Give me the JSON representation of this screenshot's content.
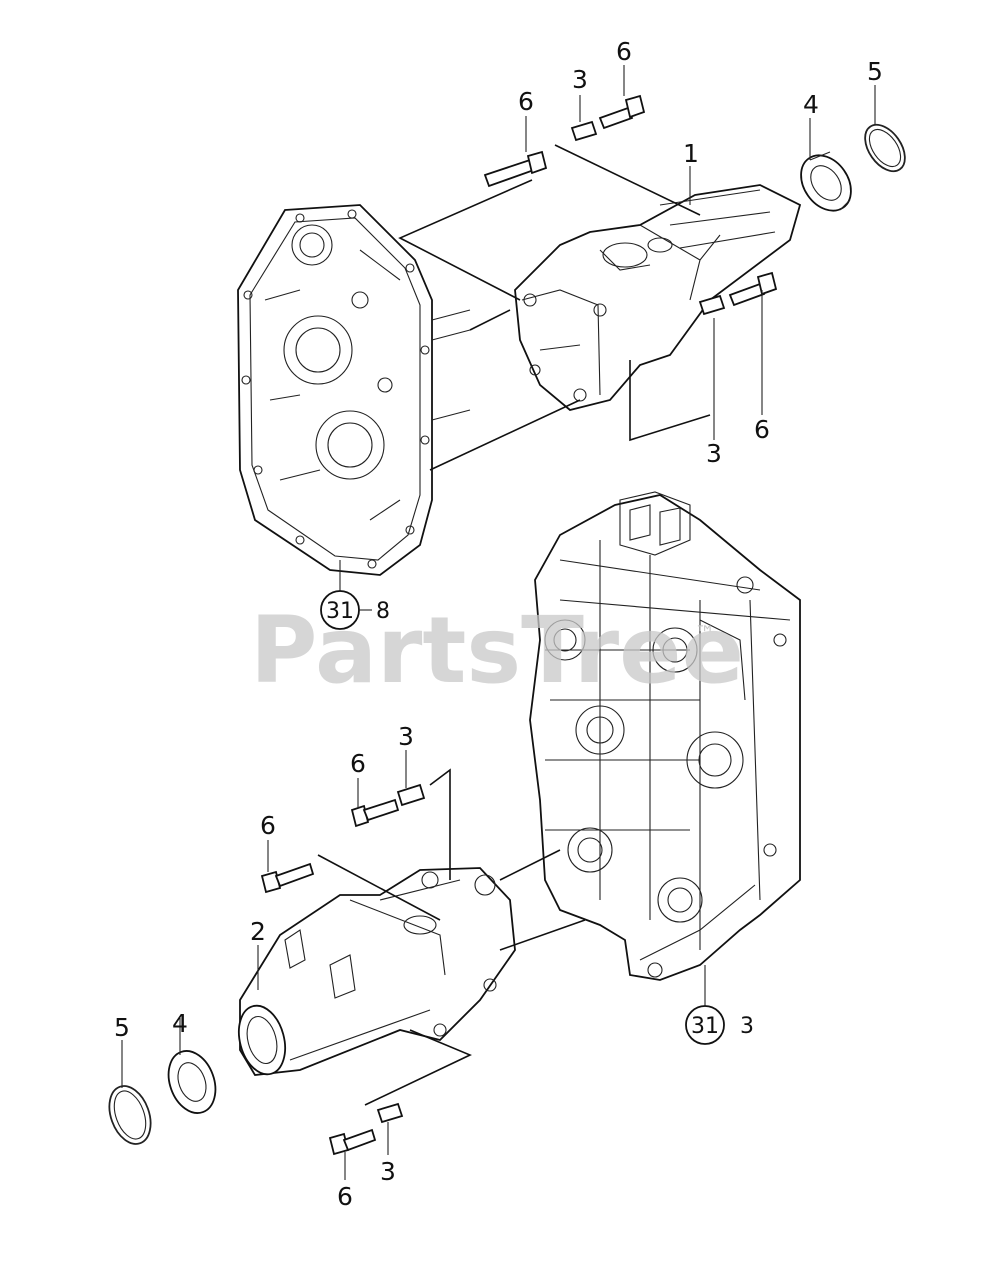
{
  "callouts": {
    "p1": "1",
    "p2": "2",
    "p3a": "3",
    "p3b": "3",
    "p3c": "3",
    "p3d": "3",
    "p4a": "4",
    "p4b": "4",
    "p5a": "5",
    "p5b": "5",
    "p6a": "6",
    "p6b": "6",
    "p6c": "6",
    "p6d": "6",
    "p6e": "6",
    "p6f": "6"
  },
  "refs": {
    "top_circle": "31",
    "top_suffix": "8",
    "bottom_circle": "31",
    "bottom_suffix": "3"
  },
  "watermark": {
    "text": "PartsTree",
    "trademark": "™"
  }
}
